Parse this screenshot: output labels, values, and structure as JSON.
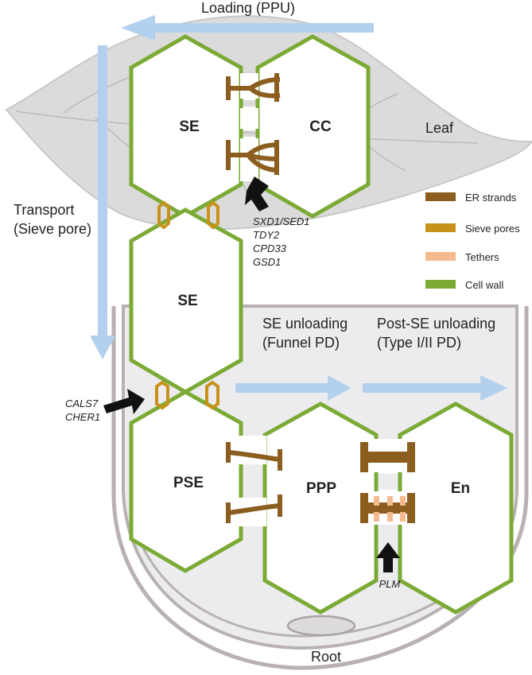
{
  "labels": {
    "loading": "Loading (PPU)",
    "leaf": "Leaf",
    "transport_line1": "Transport",
    "transport_line2": "(Sieve pore)",
    "se_unloading_line1": "SE unloading",
    "se_unloading_line2": "(Funnel PD)",
    "post_se_unloading_line1": "Post-SE unloading",
    "post_se_unloading_line2": "(Type I/II PD)",
    "root": "Root"
  },
  "cells": {
    "se_top": "SE",
    "cc": "CC",
    "se_mid": "SE",
    "pse": "PSE",
    "ppp": "PPP",
    "en": "En"
  },
  "genes": {
    "sxd1": "SXD1/SED1",
    "tdy2": "TDY2",
    "cpd33": "CPD33",
    "gsd1": "GSD1",
    "cals7": "CALS7",
    "cher1": "CHER1",
    "plm": "PLM"
  },
  "legend": [
    {
      "label": "ER strands",
      "color": "#8B5E1F"
    },
    {
      "label": "Sieve pores",
      "color": "#C8921A"
    },
    {
      "label": "Tethers",
      "color": "#F4B98E"
    },
    {
      "label": "Cell wall",
      "color": "#7BAA35"
    }
  ],
  "colors": {
    "arrow_blue": "#B3D0EE",
    "leaf_fill": "#DCDBDB",
    "root_fill": "#ECECEE",
    "outline_gray": "#B9B1B1"
  }
}
